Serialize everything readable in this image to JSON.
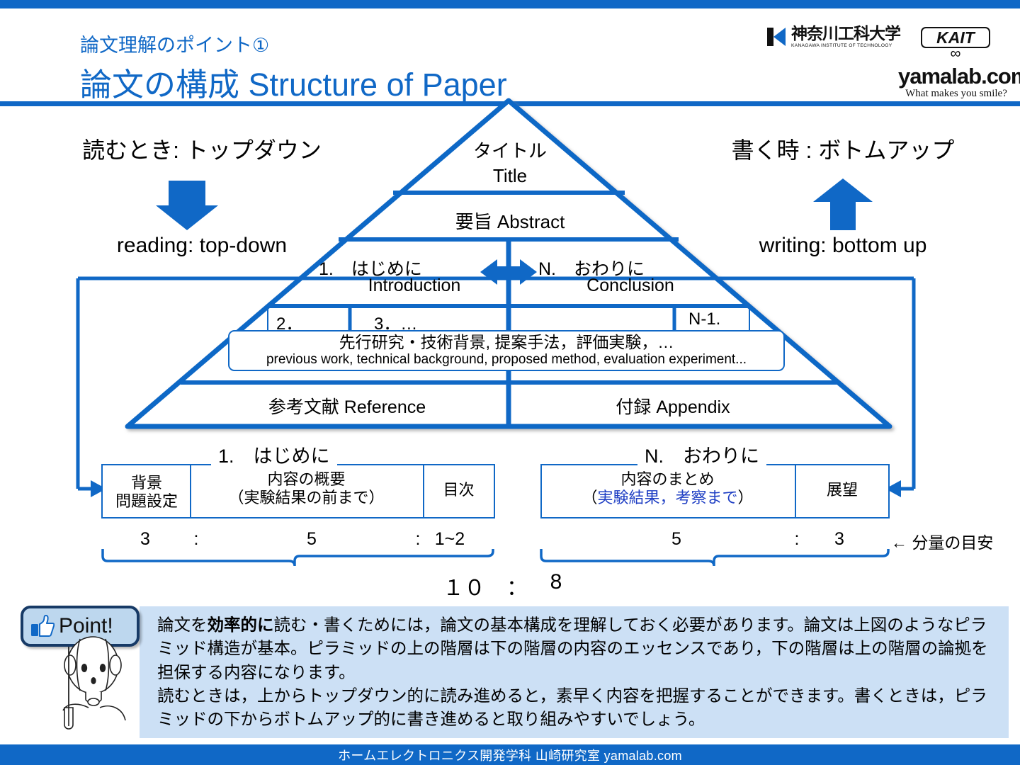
{
  "header": {
    "kicker": "論文理解のポイント①",
    "title": "論文の構成  Structure of Paper",
    "accent_color": "#1068C6"
  },
  "logos": {
    "university_ja": "神奈川工科大学",
    "university_en": "KANAGAWA INSTITUTE OF TECHNOLOGY",
    "kait_mark": "KAIT",
    "infinity": "∞",
    "yamalab": "yamalab.com",
    "tagline": "What makes you smile?"
  },
  "annotations": {
    "reading_ja": "読むとき: トップダウン",
    "reading_en": "reading:  top-down",
    "writing_ja": "書く時 : ボトムアップ",
    "writing_en": "writing:  bottom up",
    "down_arrow_icon": "down-arrow-icon",
    "up_arrow_icon": "up-arrow-icon"
  },
  "pyramid": {
    "title_ja": "タイトル",
    "title_en": "Title",
    "abstract": "要旨 Abstract",
    "intro_ja": "1.　はじめに",
    "intro_en": "Introduction",
    "conclusion_ja": "N.　おわりに",
    "conclusion_en": "Conclusion",
    "section2": "2．",
    "section3": "3．…",
    "section_n1": "N-1.",
    "body_ja": "先行研究・技術背景, 提案手法，評価実験，…",
    "body_en": "previous work, technical background, proposed method, evaluation experiment...",
    "reference": "参考文献 Reference",
    "appendix": "付録 Appendix",
    "double_arrow_icon": "double-headed-arrow-icon"
  },
  "detail": {
    "intro_heading": "1.　はじめに",
    "conclusion_heading": "N.　おわりに",
    "cells": {
      "background_l1": "背景",
      "background_l2": "問題設定",
      "overview_l1": "内容の概要",
      "overview_l2": "（実験結果の前まで）",
      "toc": "目次",
      "summary_l1": "内容のまとめ",
      "summary_l2_open": "（",
      "summary_l2_accent": "実験結果，考察まで",
      "summary_l2_close": "）",
      "outlook": "展望"
    },
    "ratios": {
      "intro_background": "3",
      "colon1": ":",
      "intro_overview": "5",
      "colon2": ":",
      "intro_toc": "1~2",
      "concl_summary": "5",
      "colon3": ":",
      "concl_outlook": "3",
      "note": "← 分量の目安",
      "total_left": "１０",
      "total_colon": "：",
      "total_right": "8"
    }
  },
  "point": {
    "badge_label": "Point!",
    "thumbs_up_icon": "thumbs-up-icon",
    "mascot_icon": "mascot-robot-icon",
    "body_html": "論文を<b>効率的に</b>読む・書くためには，論文の基本構成を理解しておく必要があります。論文は上図のようなピラミッド構造が基本。ピラミッドの上の階層は下の階層の内容のエッセンスであり，下の階層は上の階層の論拠を担保する内容になります。<br>読むときは，上からトップダウン的に読み進めると，素早く内容を把握することができます。書くときは，ピラミッドの下からボトムアップ的に書き進めると取り組みやすいでしょう。",
    "panel_bg": "#CCE0F5"
  },
  "footer": {
    "text": "ホームエレクトロニクス開発学科 山崎研究室 yamalab.com"
  }
}
